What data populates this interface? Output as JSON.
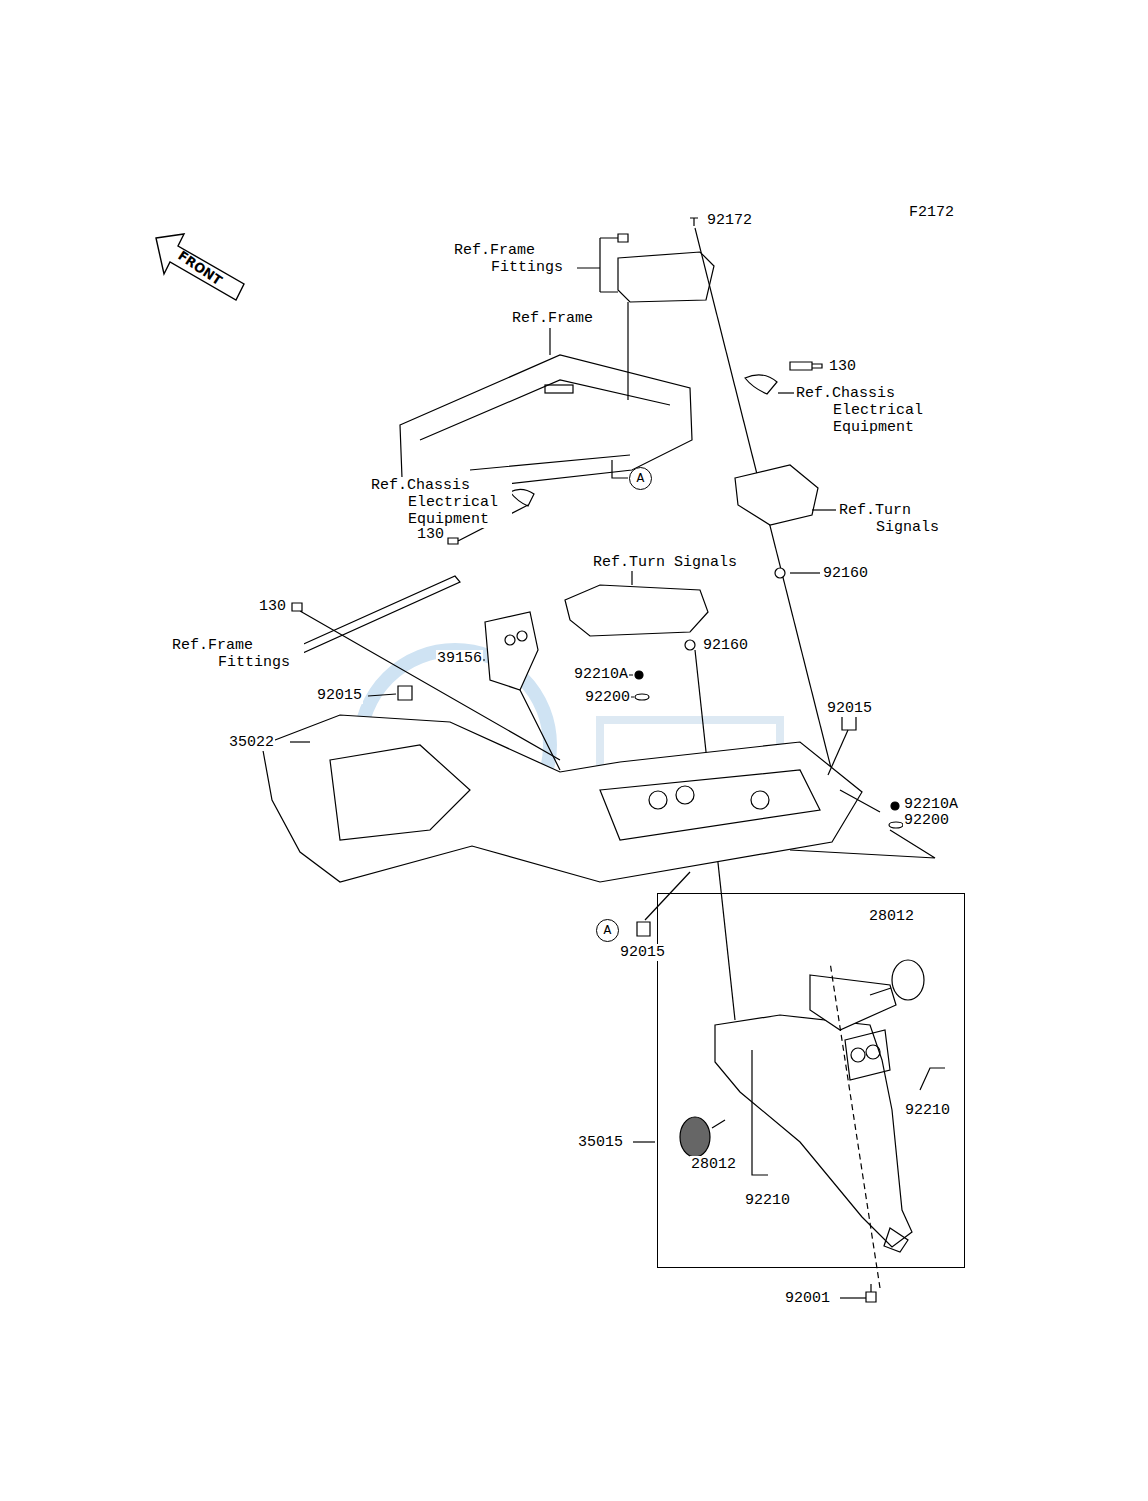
{
  "diagram": {
    "nodes": [
      {
        "text": [
          "FRONT"
        ]
      },
      {
        "text": [
          "A"
        ]
      },
      {
        "text": [
          "A"
        ]
      },
      {
        "text": [
          "28012",
          "92210",
          "28012",
          "92210"
        ]
      }
    ],
    "labels": [
      "F2172",
      "92172",
      "Ref.Frame Fittings",
      "Ref.Frame",
      "130",
      "Ref.Chassis Electrical Equipment",
      "Ref.Chassis Electrical Equipment",
      "130",
      "Ref.Turn Signals",
      "92160",
      "Ref.Turn Signals",
      "130",
      "Ref.Frame Fittings",
      "92160",
      "39156",
      "92210A",
      "92200",
      "92015",
      "92015",
      "35022",
      "92210A",
      "92200",
      "92015",
      "35015",
      "92001"
    ]
  }
}
